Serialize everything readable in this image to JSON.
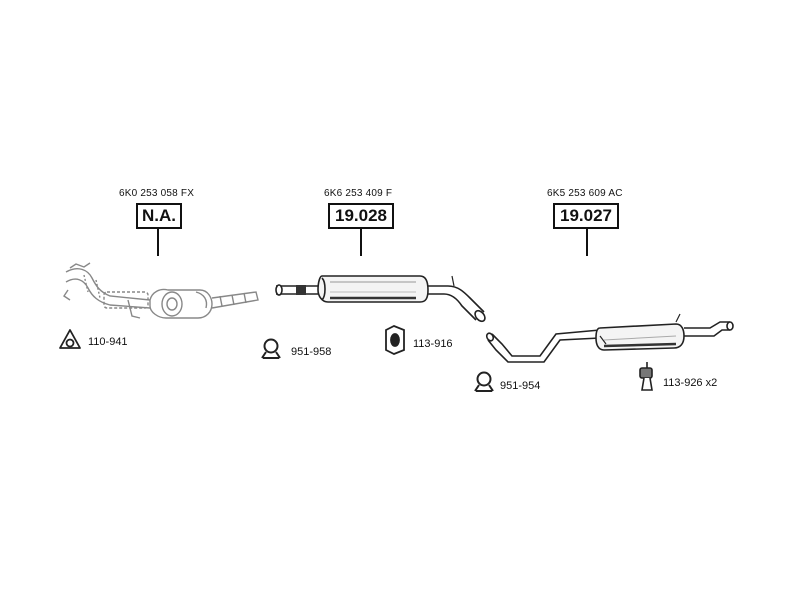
{
  "parts": [
    {
      "part_number": "6K0 253 058 FX",
      "reference": "N.A."
    },
    {
      "part_number": "6K6 253 409 F",
      "reference": "19.028"
    },
    {
      "part_number": "6K5 253 609 AC",
      "reference": "19.027"
    }
  ],
  "accessories": [
    {
      "code": "110-941",
      "icon": "gasket-icon"
    },
    {
      "code": "951-958",
      "icon": "clamp-icon"
    },
    {
      "code": "113-916",
      "icon": "rubber-mount-icon"
    },
    {
      "code": "951-954",
      "icon": "clamp-icon"
    },
    {
      "code": "113-926 x2",
      "icon": "hanger-icon"
    }
  ]
}
